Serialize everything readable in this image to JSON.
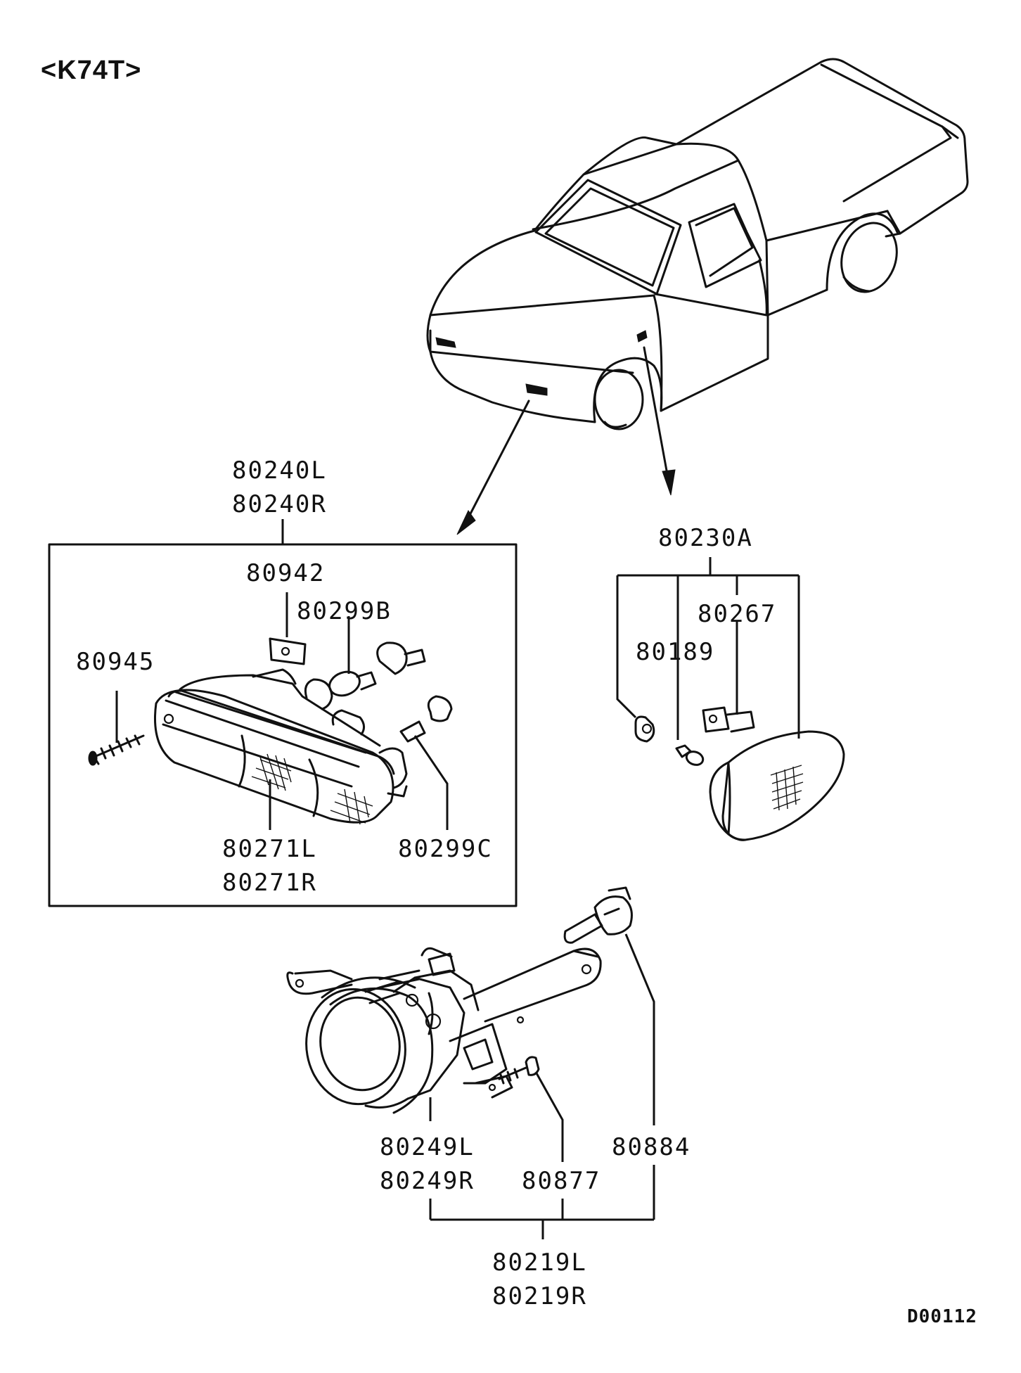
{
  "model_code": "<K74T>",
  "diagram_code": "D00112",
  "callouts": {
    "c80240L": "80240L",
    "c80240R": "80240R",
    "c80942": "80942",
    "c80299B": "80299B",
    "c80945": "80945",
    "c80271L": "80271L",
    "c80271R": "80271R",
    "c80299C": "80299C",
    "c80230A": "80230A",
    "c80267": "80267",
    "c80189": "80189",
    "c80249L": "80249L",
    "c80249R": "80249R",
    "c80877": "80877",
    "c80884": "80884",
    "c80219L": "80219L",
    "c80219R": "80219R"
  }
}
